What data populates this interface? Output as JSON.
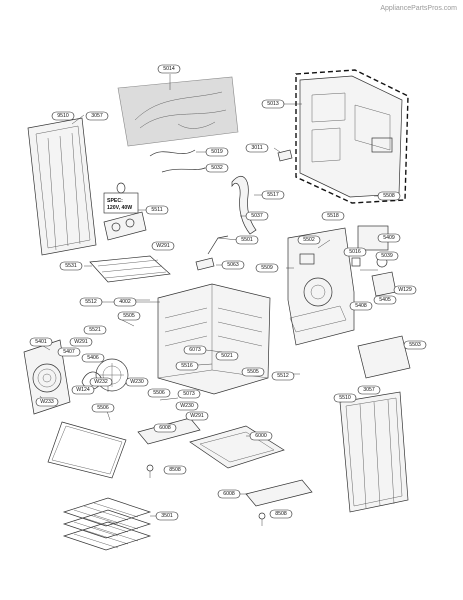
{
  "watermark": "AppliancePartsPros.com",
  "spec_note": {
    "line1": "SPEC:",
    "line2": "120V, 40W"
  },
  "labels": {
    "l5014": "5014",
    "l5013": "5013",
    "l9510a": "9510",
    "l3057a": "3057",
    "l5019": "5019",
    "l5032": "5032",
    "l3011": "3011",
    "l5517": "5517",
    "l5508": "5508",
    "l5511": "5511",
    "l5037": "5037",
    "l5518": "5518",
    "lW291a": "W291",
    "l5501": "5501",
    "l5502": "5502",
    "l5409": "5409",
    "l5016": "5016",
    "l5039": "5039",
    "l5531": "5531",
    "l5063": "5063",
    "l5509": "5509",
    "lW129": "W129",
    "l5512a": "5512",
    "l4002": "4002",
    "l5405": "5405",
    "l5408": "5408",
    "l5503": "5503",
    "lW291b": "W291",
    "l5521": "5521",
    "l5401": "5401",
    "l5407": "5407",
    "l5406": "5406",
    "l6073a": "6073",
    "l5021": "5021",
    "l5516": "5516",
    "lW232": "W232",
    "lW230a": "W230",
    "l5505": "5505",
    "l5512b": "5512",
    "lW124": "W124",
    "lW233": "W233",
    "l5506": "5506",
    "l5073": "5073",
    "lW230b": "W230",
    "lW291c": "W291",
    "l3057b": "3057",
    "l5510": "5510",
    "l5506b": "5506",
    "l6008a": "6008",
    "l6000": "6000",
    "l8508a": "8508",
    "l6008b": "6008",
    "l8508b": "8508",
    "l3501": "3501"
  }
}
